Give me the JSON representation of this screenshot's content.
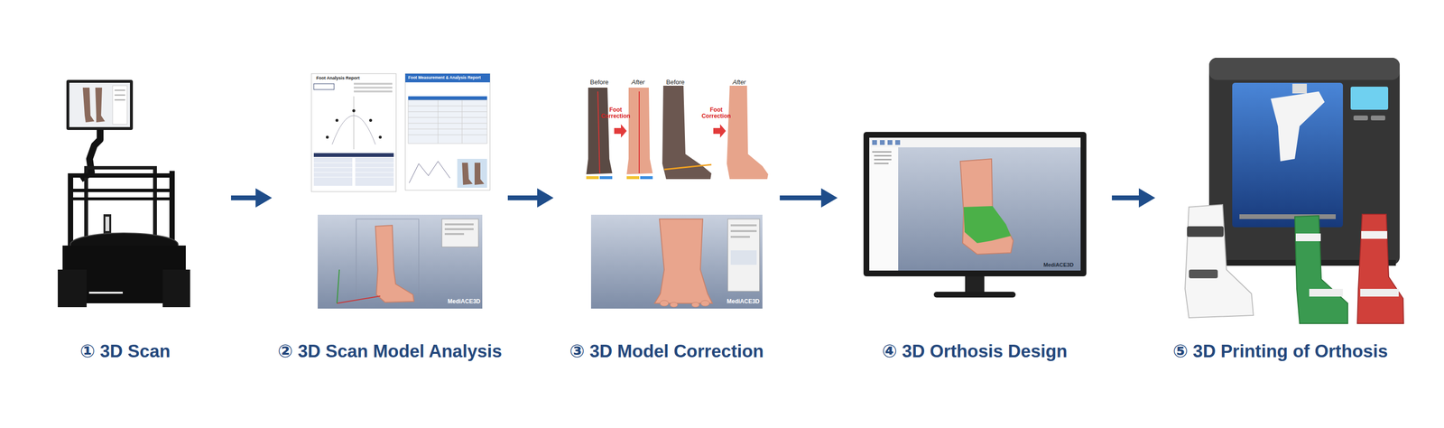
{
  "diagram": {
    "nodes": [
      {
        "text": [
          "① 3D Scan"
        ]
      },
      {
        "text": [
          "② 3D Scan Model Analysis"
        ]
      },
      {
        "text": [
          "③ 3D Model Correction"
        ]
      },
      {
        "text": [
          "④ 3D Orthosis Design"
        ]
      },
      {
        "text": [
          "⑤ 3D Printing of Orthosis"
        ]
      }
    ],
    "edges": [
      {
        "from": 0,
        "to": 1,
        "arrow": "to"
      },
      {
        "from": 1,
        "to": 2,
        "arrow": "to"
      },
      {
        "from": 2,
        "to": 3,
        "arrow": "to"
      },
      {
        "from": 3,
        "to": 4,
        "arrow": "to"
      }
    ],
    "labels": [
      "Foot Analysis Report",
      "Foot Measurement & Analysis Report",
      "MediACE3D",
      "Before",
      "Foot Correction",
      "After",
      "Before",
      "Foot Correction",
      "After",
      "MediACE3D",
      "MediACE3D"
    ]
  }
}
